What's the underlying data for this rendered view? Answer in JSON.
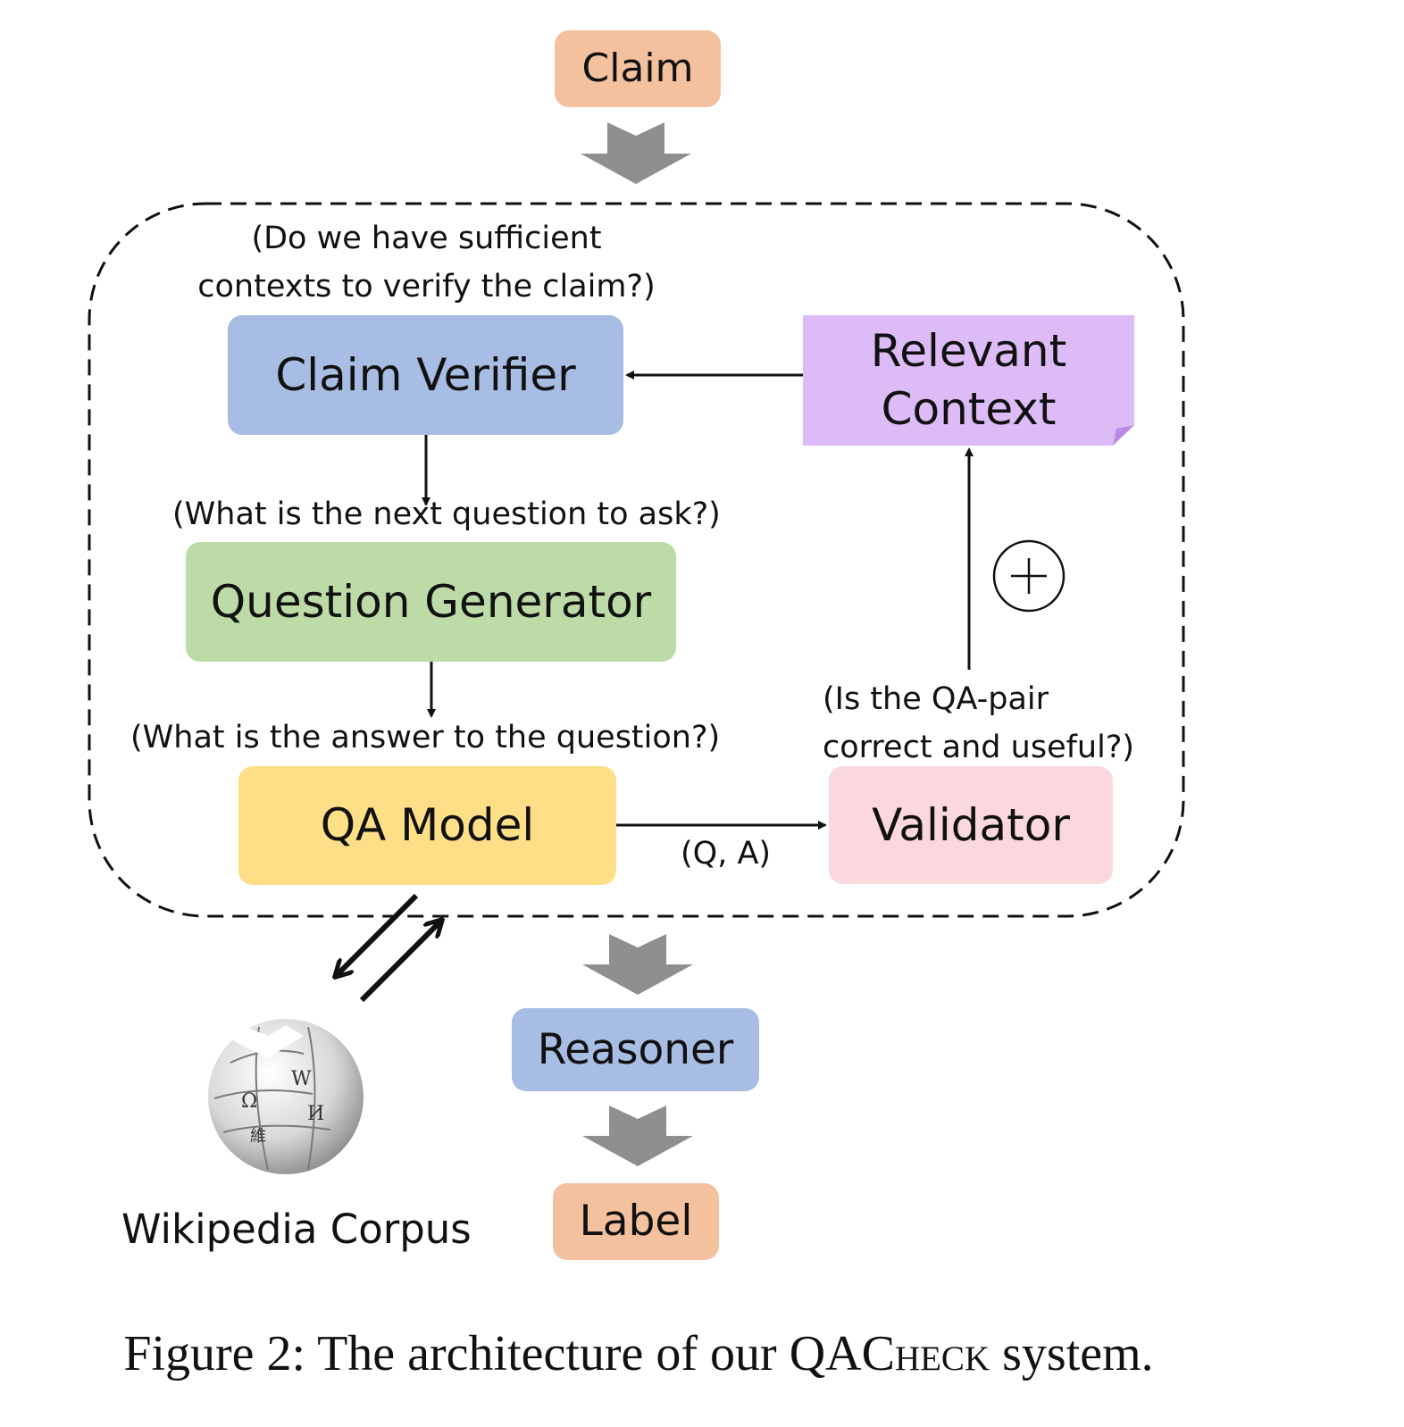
{
  "nodes": {
    "claim": "Claim",
    "claim_verifier": "Claim Verifier",
    "relevant_context_line1": "Relevant",
    "relevant_context_line2": "Context",
    "question_generator": "Question Generator",
    "qa_model": "QA Model",
    "validator": "Validator",
    "reasoner": "Reasoner",
    "label": "Label",
    "wikipedia": "Wikipedia Corpus"
  },
  "questions": {
    "verifier_line1": "(Do we have sufficient",
    "verifier_line2": "contexts to verify the claim?)",
    "generator": "(What is the next question to ask?)",
    "qa": "(What is the answer to the question?)",
    "validator_line1": "(Is the QA-pair",
    "validator_line2": "correct and useful?)"
  },
  "edge_labels": {
    "qa_pair": "(Q, A)"
  },
  "caption": {
    "prefix": "Figure 2: The architecture of our ",
    "system_q": "QAC",
    "system_rest": "heck",
    "suffix": " system."
  },
  "colors": {
    "claim": "#f4c19f",
    "claim_verifier": "#a8bde3",
    "relevant_context": "#dcbbf6",
    "relevant_context_fold": "#b98ae8",
    "question_generator": "#bcdba6",
    "qa_model": "#fcdf86",
    "validator": "#fbd8de",
    "reasoner": "#a8bde3",
    "label": "#f4c19f",
    "big_arrow": "#8f8f8f"
  }
}
